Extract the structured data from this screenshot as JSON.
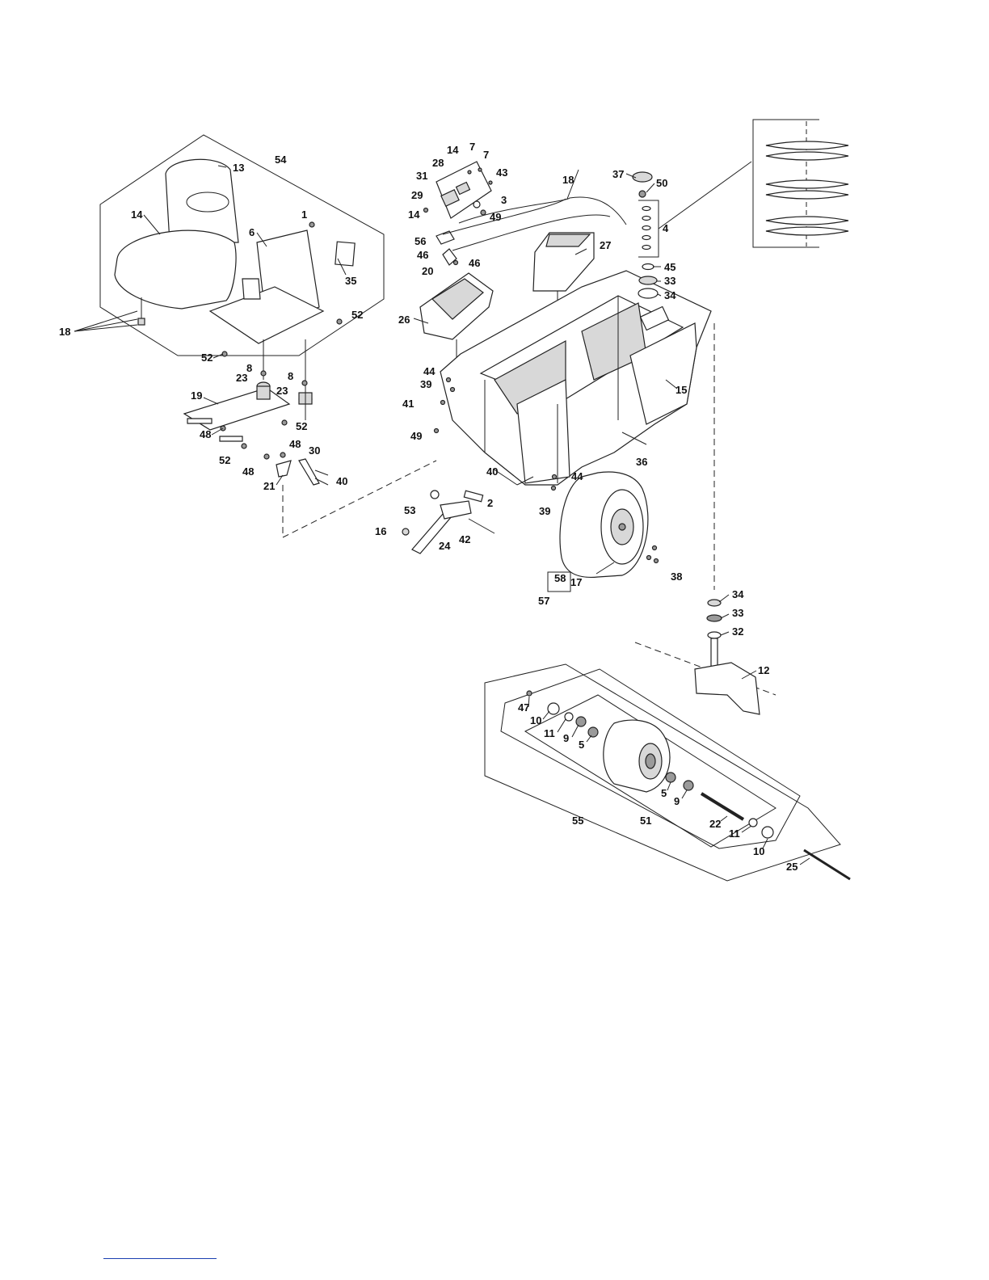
{
  "diagram": {
    "type": "exploded-parts-view",
    "callouts": {
      "c54": "54",
      "c13": "13",
      "c14a": "14",
      "c1": "1",
      "c6": "6",
      "c35": "35",
      "c52a": "52",
      "c18a": "18",
      "c52b": "52",
      "c8a": "8",
      "c23a": "23",
      "c8b": "8",
      "c23b": "23",
      "c19": "19",
      "c52c": "52",
      "c48a": "48",
      "c48b": "48",
      "c30": "30",
      "c52d": "52",
      "c48c": "48",
      "c21": "21",
      "c40a": "40",
      "c14b": "14",
      "c7a": "7",
      "c7b": "7",
      "c28": "28",
      "c43": "43",
      "c31": "31",
      "c29": "29",
      "c3": "3",
      "c14c": "14",
      "c49a": "49",
      "c56": "56",
      "c46a": "46",
      "c46b": "46",
      "c20": "20",
      "c18b": "18",
      "c27": "27",
      "c26": "26",
      "c37": "37",
      "c50": "50",
      "c4": "4",
      "c45": "45",
      "c33a": "33",
      "c34a": "34",
      "c44a": "44",
      "c39a": "39",
      "c41": "41",
      "c49b": "49",
      "c15": "15",
      "c36": "36",
      "c40b": "40",
      "c44b": "44",
      "c39b": "39",
      "c53": "53",
      "c2": "2",
      "c16": "16",
      "c42": "42",
      "c24": "24",
      "c38": "38",
      "c58": "58",
      "c17": "17",
      "c57": "57",
      "c34b": "34",
      "c33b": "33",
      "c32": "32",
      "c12": "12",
      "c47": "47",
      "c10a": "10",
      "c11a": "11",
      "c9a": "9",
      "c5a": "5",
      "c5b": "5",
      "c9b": "9",
      "c22": "22",
      "c11b": "11",
      "c10b": "10",
      "c55": "55",
      "c51": "51",
      "c25": "25"
    }
  }
}
